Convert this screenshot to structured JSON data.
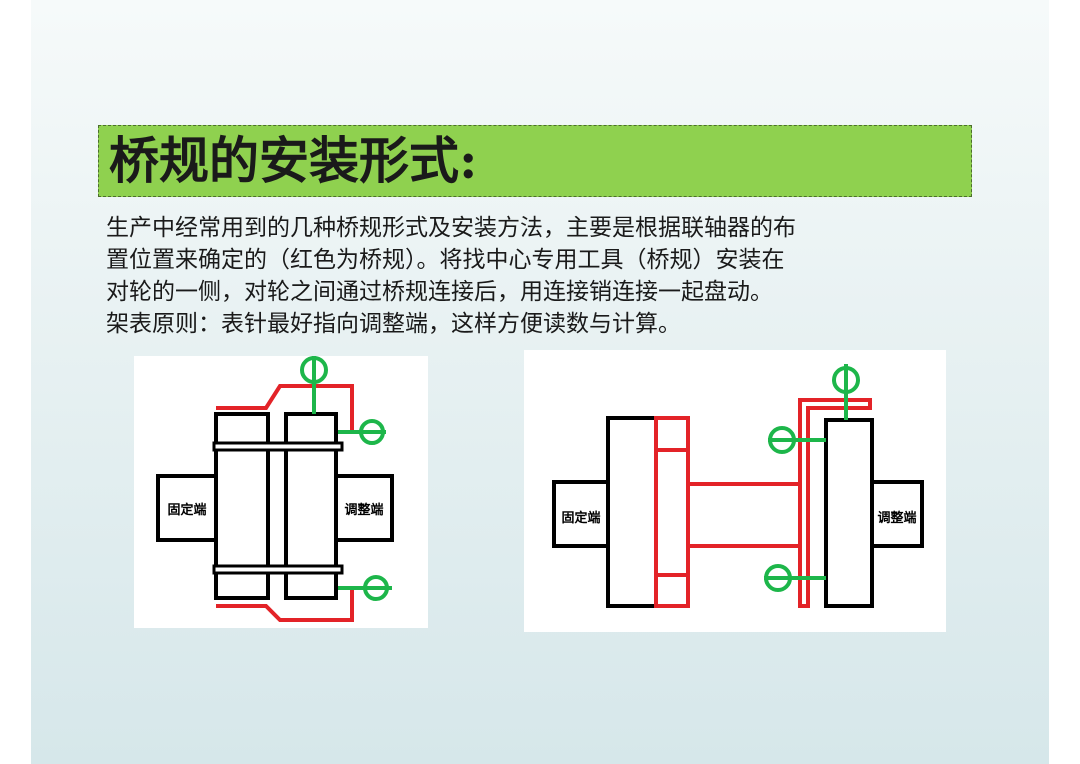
{
  "title": "桥规的安装形式:",
  "body_lines": [
    "生产中经常用到的几种桥规形式及安装方法，主要是根据联轴器的布",
    "置位置来确定的（红色为桥规）。将找中心专用工具（桥规）安装在",
    "对轮的一侧，对轮之间通过桥规连接后，用连接销连接一起盘动。",
    "架表原则：表针最好指向调整端，这样方便读数与计算。"
  ],
  "diagram_left": {
    "fixed_label": "固定端",
    "adjust_label": "调整端"
  },
  "diagram_right": {
    "fixed_label": "固定端",
    "adjust_label": "调整端"
  },
  "colors": {
    "title_bar": "#8fd14f",
    "bridge_gauge": "#e32328",
    "dial_indicator": "#1db64a",
    "outline": "#000000"
  }
}
